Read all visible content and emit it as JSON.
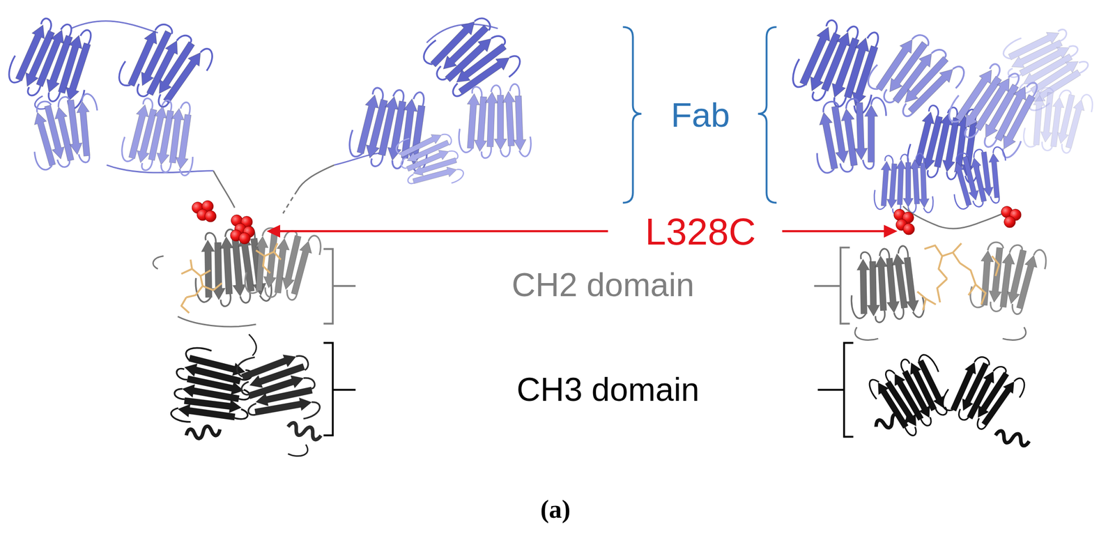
{
  "diagram": {
    "labels": [
      "Fab",
      "L328C",
      "CH2 domain",
      "CH3 domain",
      "(a)"
    ]
  }
}
